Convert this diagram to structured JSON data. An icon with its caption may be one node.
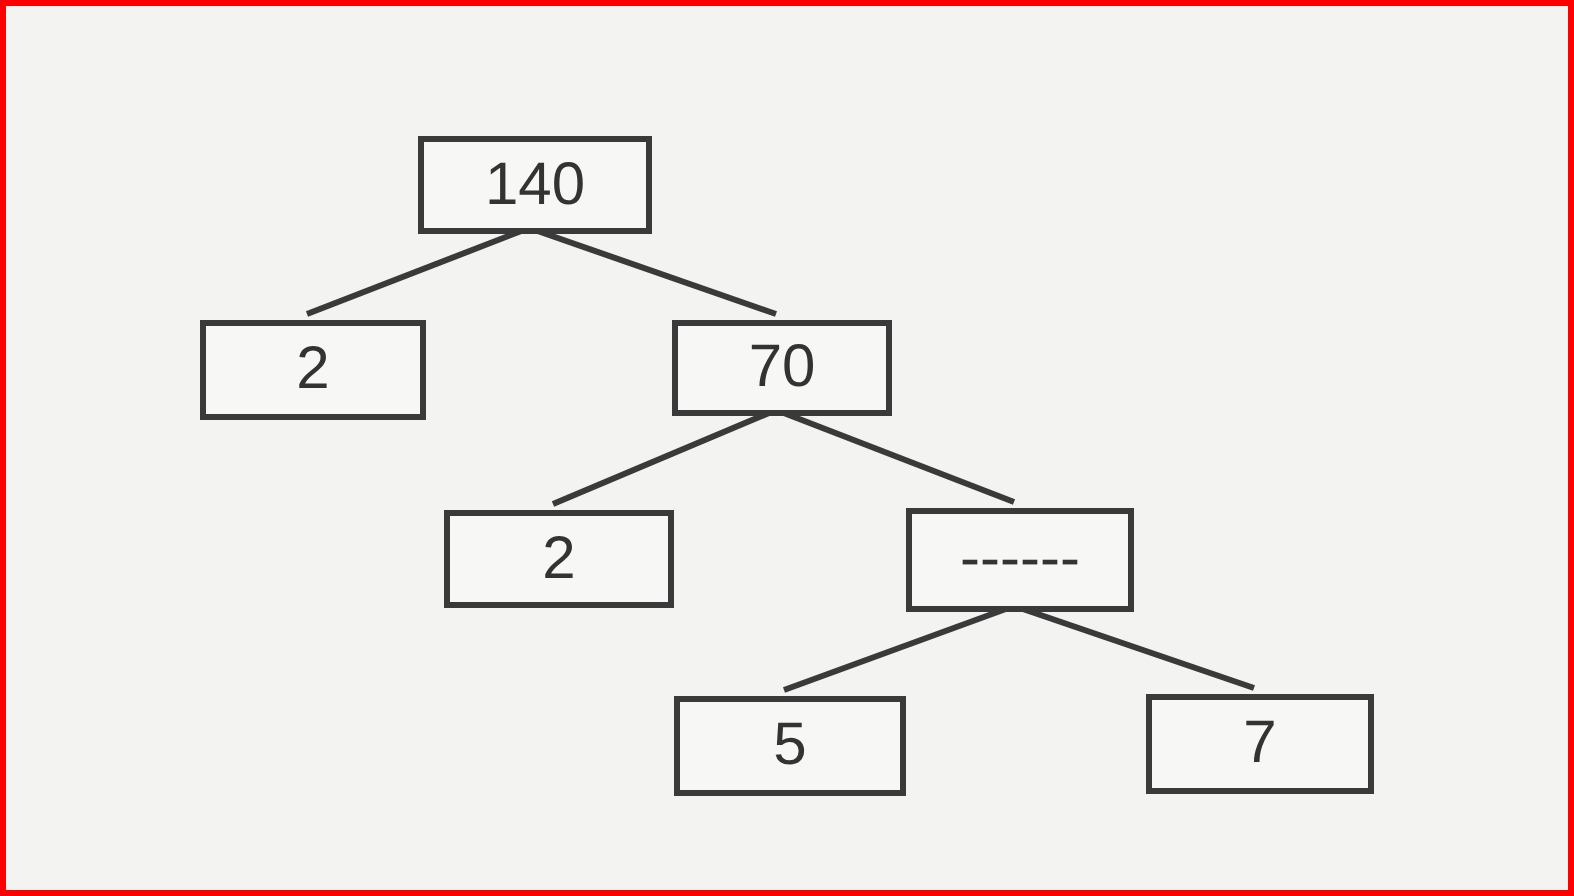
{
  "diagram": {
    "nodes": [
      {
        "text": [
          "140"
        ]
      },
      {
        "text": [
          "2"
        ]
      },
      {
        "text": [
          "70"
        ]
      },
      {
        "text": [
          "2"
        ]
      },
      {
        "text": [
          "------"
        ]
      },
      {
        "text": [
          "5"
        ]
      },
      {
        "text": [
          "7"
        ]
      }
    ],
    "edges": [
      {
        "from": 0,
        "to": 1,
        "arrow": "none"
      },
      {
        "from": 0,
        "to": 2,
        "arrow": "none"
      },
      {
        "from": 2,
        "to": 3,
        "arrow": "none"
      },
      {
        "from": 2,
        "to": 4,
        "arrow": "none"
      },
      {
        "from": 4,
        "to": 5,
        "arrow": "none"
      },
      {
        "from": 4,
        "to": 6,
        "arrow": "none"
      }
    ]
  }
}
